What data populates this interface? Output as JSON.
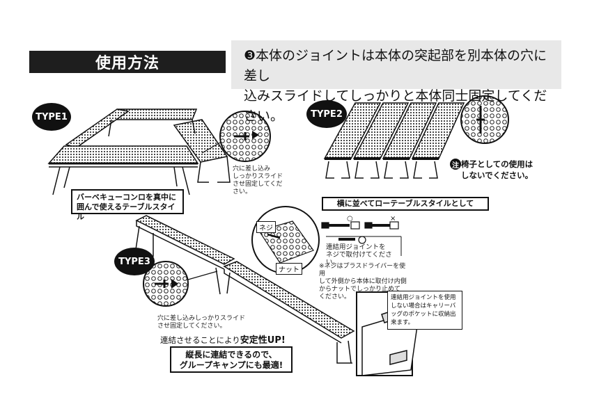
{
  "header": {
    "title": "使用方法"
  },
  "note": {
    "line1": "❸本体のジョイントは本体の突起部を別本体の穴に差し",
    "line2": "込みスライドしてしっかりと本体同士固定してください。"
  },
  "type1": {
    "badge": "TYPE1",
    "zoom_note": [
      "穴に差し込み",
      "しっかりスライド",
      "させ固定してくだ",
      "さい。"
    ],
    "caption": [
      "バーベキューコンロを真中に",
      "囲んで使えるテーブルスタイル"
    ]
  },
  "type2": {
    "badge": "TYPE2",
    "warning_mark": "注",
    "warning": [
      "椅子としての使用は",
      "しないでください。"
    ],
    "caption": "横に並べてローテーブルスタイルとして"
  },
  "type3": {
    "badge": "TYPE3",
    "label_screw": "ネジ",
    "label_nut": "ナット",
    "ok_mark": "○",
    "ng_mark": "×",
    "joint_label": [
      "連結用ジョイントを",
      "ネジで取付けてください。"
    ],
    "screw_note": [
      "※ネジはプラスドライバーを使用",
      "して外側から本体に取付け内側",
      "からナットでしっかり止めて",
      "ください。"
    ],
    "zoom_note": [
      "穴に差し込みしっかりスライド",
      "させ固定してください。"
    ],
    "stability_pre": "連結させることにより",
    "stability_bold": "安定性UP!",
    "caption": [
      "縦長に連結できるので、",
      "グループキャンプにも最適!"
    ],
    "storage_note": [
      "連結用ジョイントを使用",
      "しない場合はキャリーバ",
      "ッグのポケットに収納出",
      "来ます。"
    ]
  }
}
